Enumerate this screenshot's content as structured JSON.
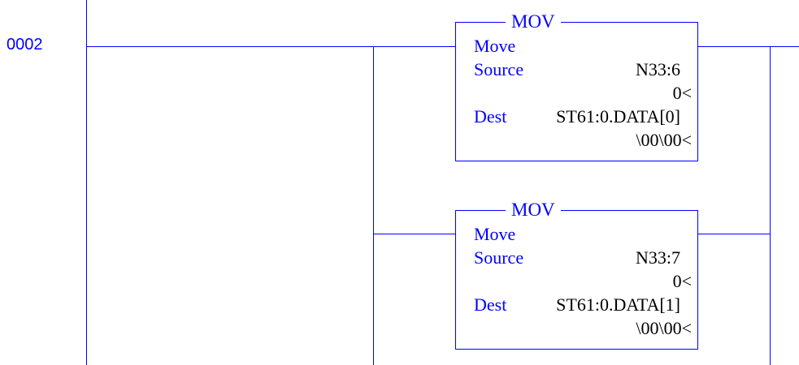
{
  "rung_number": "0002",
  "instructions": [
    {
      "mnemonic": "MOV",
      "description": "Move",
      "source_label": "Source",
      "source": "N33:6",
      "source_value": "0<",
      "dest_label": "Dest",
      "dest": "ST61:0.DATA[0]",
      "dest_value": "\\00\\00<"
    },
    {
      "mnemonic": "MOV",
      "description": "Move",
      "source_label": "Source",
      "source": "N33:7",
      "source_value": "0<",
      "dest_label": "Dest",
      "dest": "ST61:0.DATA[1]",
      "dest_value": "\\00\\00<"
    }
  ],
  "colors": {
    "wire": "#0000ff",
    "text": "#0000ff",
    "value": "#000000"
  }
}
